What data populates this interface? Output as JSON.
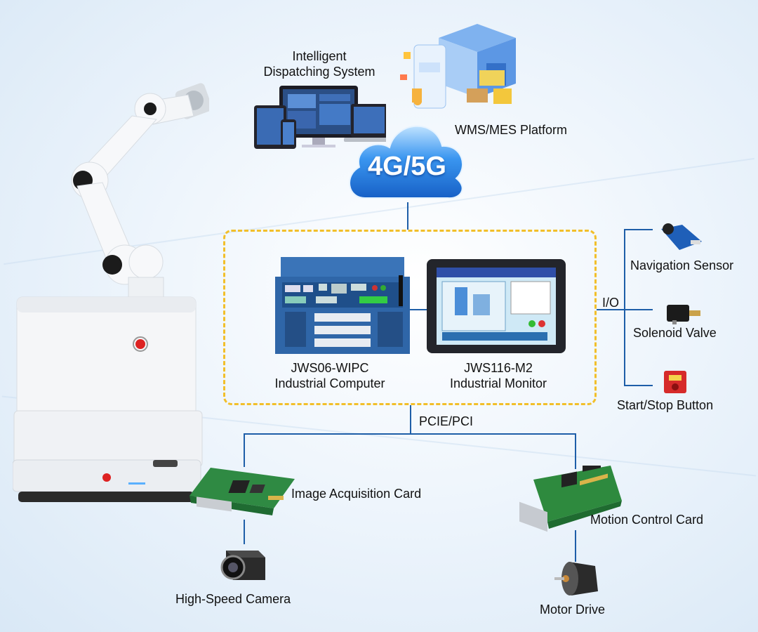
{
  "cloud": {
    "text": "4G/5G"
  },
  "top": {
    "dispatch_line1": "Intelligent",
    "dispatch_line2": "Dispatching System",
    "wms": "WMS/MES Platform"
  },
  "center": {
    "computer_line1": "JWS06-WIPC",
    "computer_line2": "Industrial Computer",
    "monitor_line1": "JWS116-M2",
    "monitor_line2": "Industrial Monitor"
  },
  "io": {
    "label": "I/O",
    "items": [
      "Navigation Sensor",
      "Solenoid Valve",
      "Start/Stop Button"
    ]
  },
  "bus": {
    "label": "PCIE/PCI",
    "image_card": "Image Acquisition Card",
    "camera": "High-Speed Camera",
    "motion_card": "Motion Control Card",
    "motor": "Motor Drive"
  },
  "colors": {
    "line": "#1e5ea8",
    "dash": "#f2bf2a",
    "cloud": "#1d74d6"
  }
}
